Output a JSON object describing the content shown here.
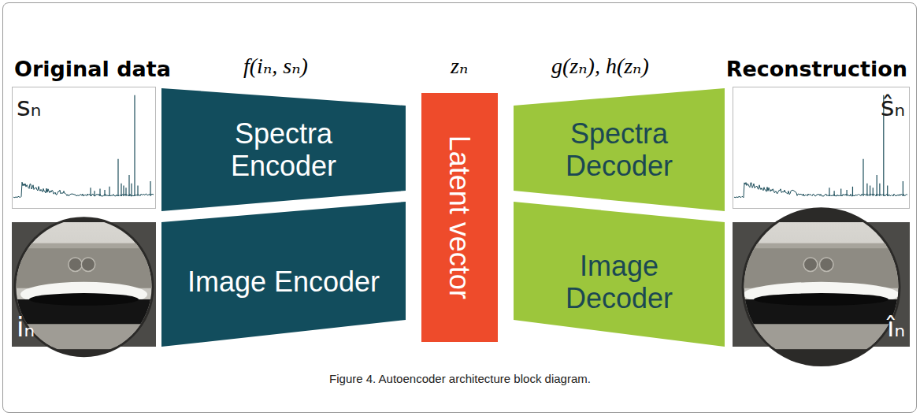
{
  "diagram": {
    "caption": "Figure 4. Autoencoder architecture block diagram.",
    "nodes": [
      {
        "text": [
          "sₙ"
        ]
      },
      {
        "text": [
          "iₙ"
        ]
      },
      {
        "text": [
          "Spectra Encoder"
        ]
      },
      {
        "text": [
          "Image Encoder"
        ]
      },
      {
        "text": [
          "Latent vector"
        ]
      },
      {
        "text": [
          "Spectra Decoder"
        ]
      },
      {
        "text": [
          "Image Decoder"
        ]
      },
      {
        "text": [
          "ŝₙ"
        ]
      },
      {
        "text": [
          "îₙ"
        ]
      }
    ],
    "labels": [
      "Original data",
      "f(iₙ, sₙ)",
      "zₙ",
      "g(zₙ), h(zₙ)",
      "Reconstruction"
    ]
  }
}
